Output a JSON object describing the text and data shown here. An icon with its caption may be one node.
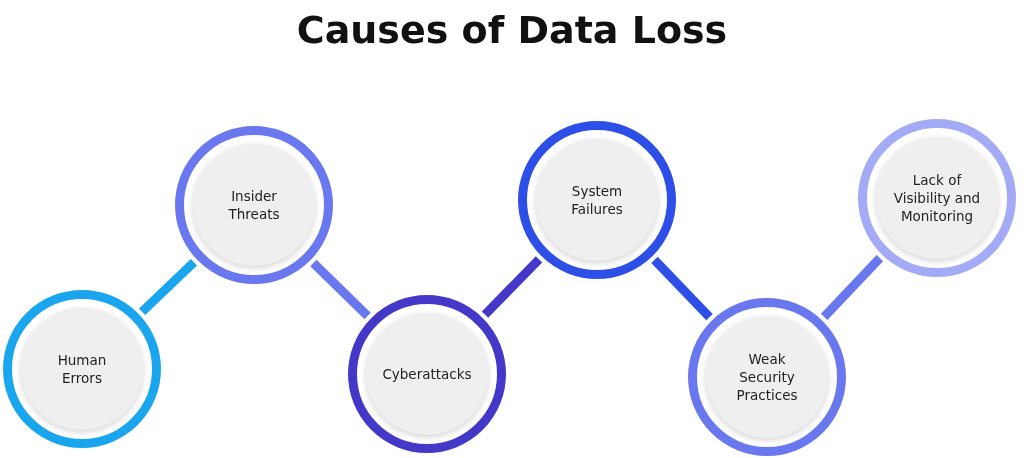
{
  "diagram": {
    "title": "Causes of Data Loss",
    "nodes": [
      {
        "text": [
          "Human Errors"
        ]
      },
      {
        "text": [
          "Insider Threats"
        ]
      },
      {
        "text": [
          "Cyberattacks"
        ]
      },
      {
        "text": [
          "System Failures"
        ]
      },
      {
        "text": [
          "Weak Security Practices"
        ]
      },
      {
        "text": [
          "Lack of Visibility and Monitoring"
        ]
      }
    ],
    "edges": [
      {
        "from": 0,
        "to": 1,
        "arrow": "none",
        "color": "#1aa6ef"
      },
      {
        "from": 1,
        "to": 2,
        "arrow": "none",
        "color": "#6a78f0"
      },
      {
        "from": 2,
        "to": 3,
        "arrow": "none",
        "color": "#4338c8"
      },
      {
        "from": 3,
        "to": 4,
        "arrow": "none",
        "color": "#2d4fe8"
      },
      {
        "from": 4,
        "to": 5,
        "arrow": "none",
        "color": "#6a78f0"
      }
    ]
  }
}
